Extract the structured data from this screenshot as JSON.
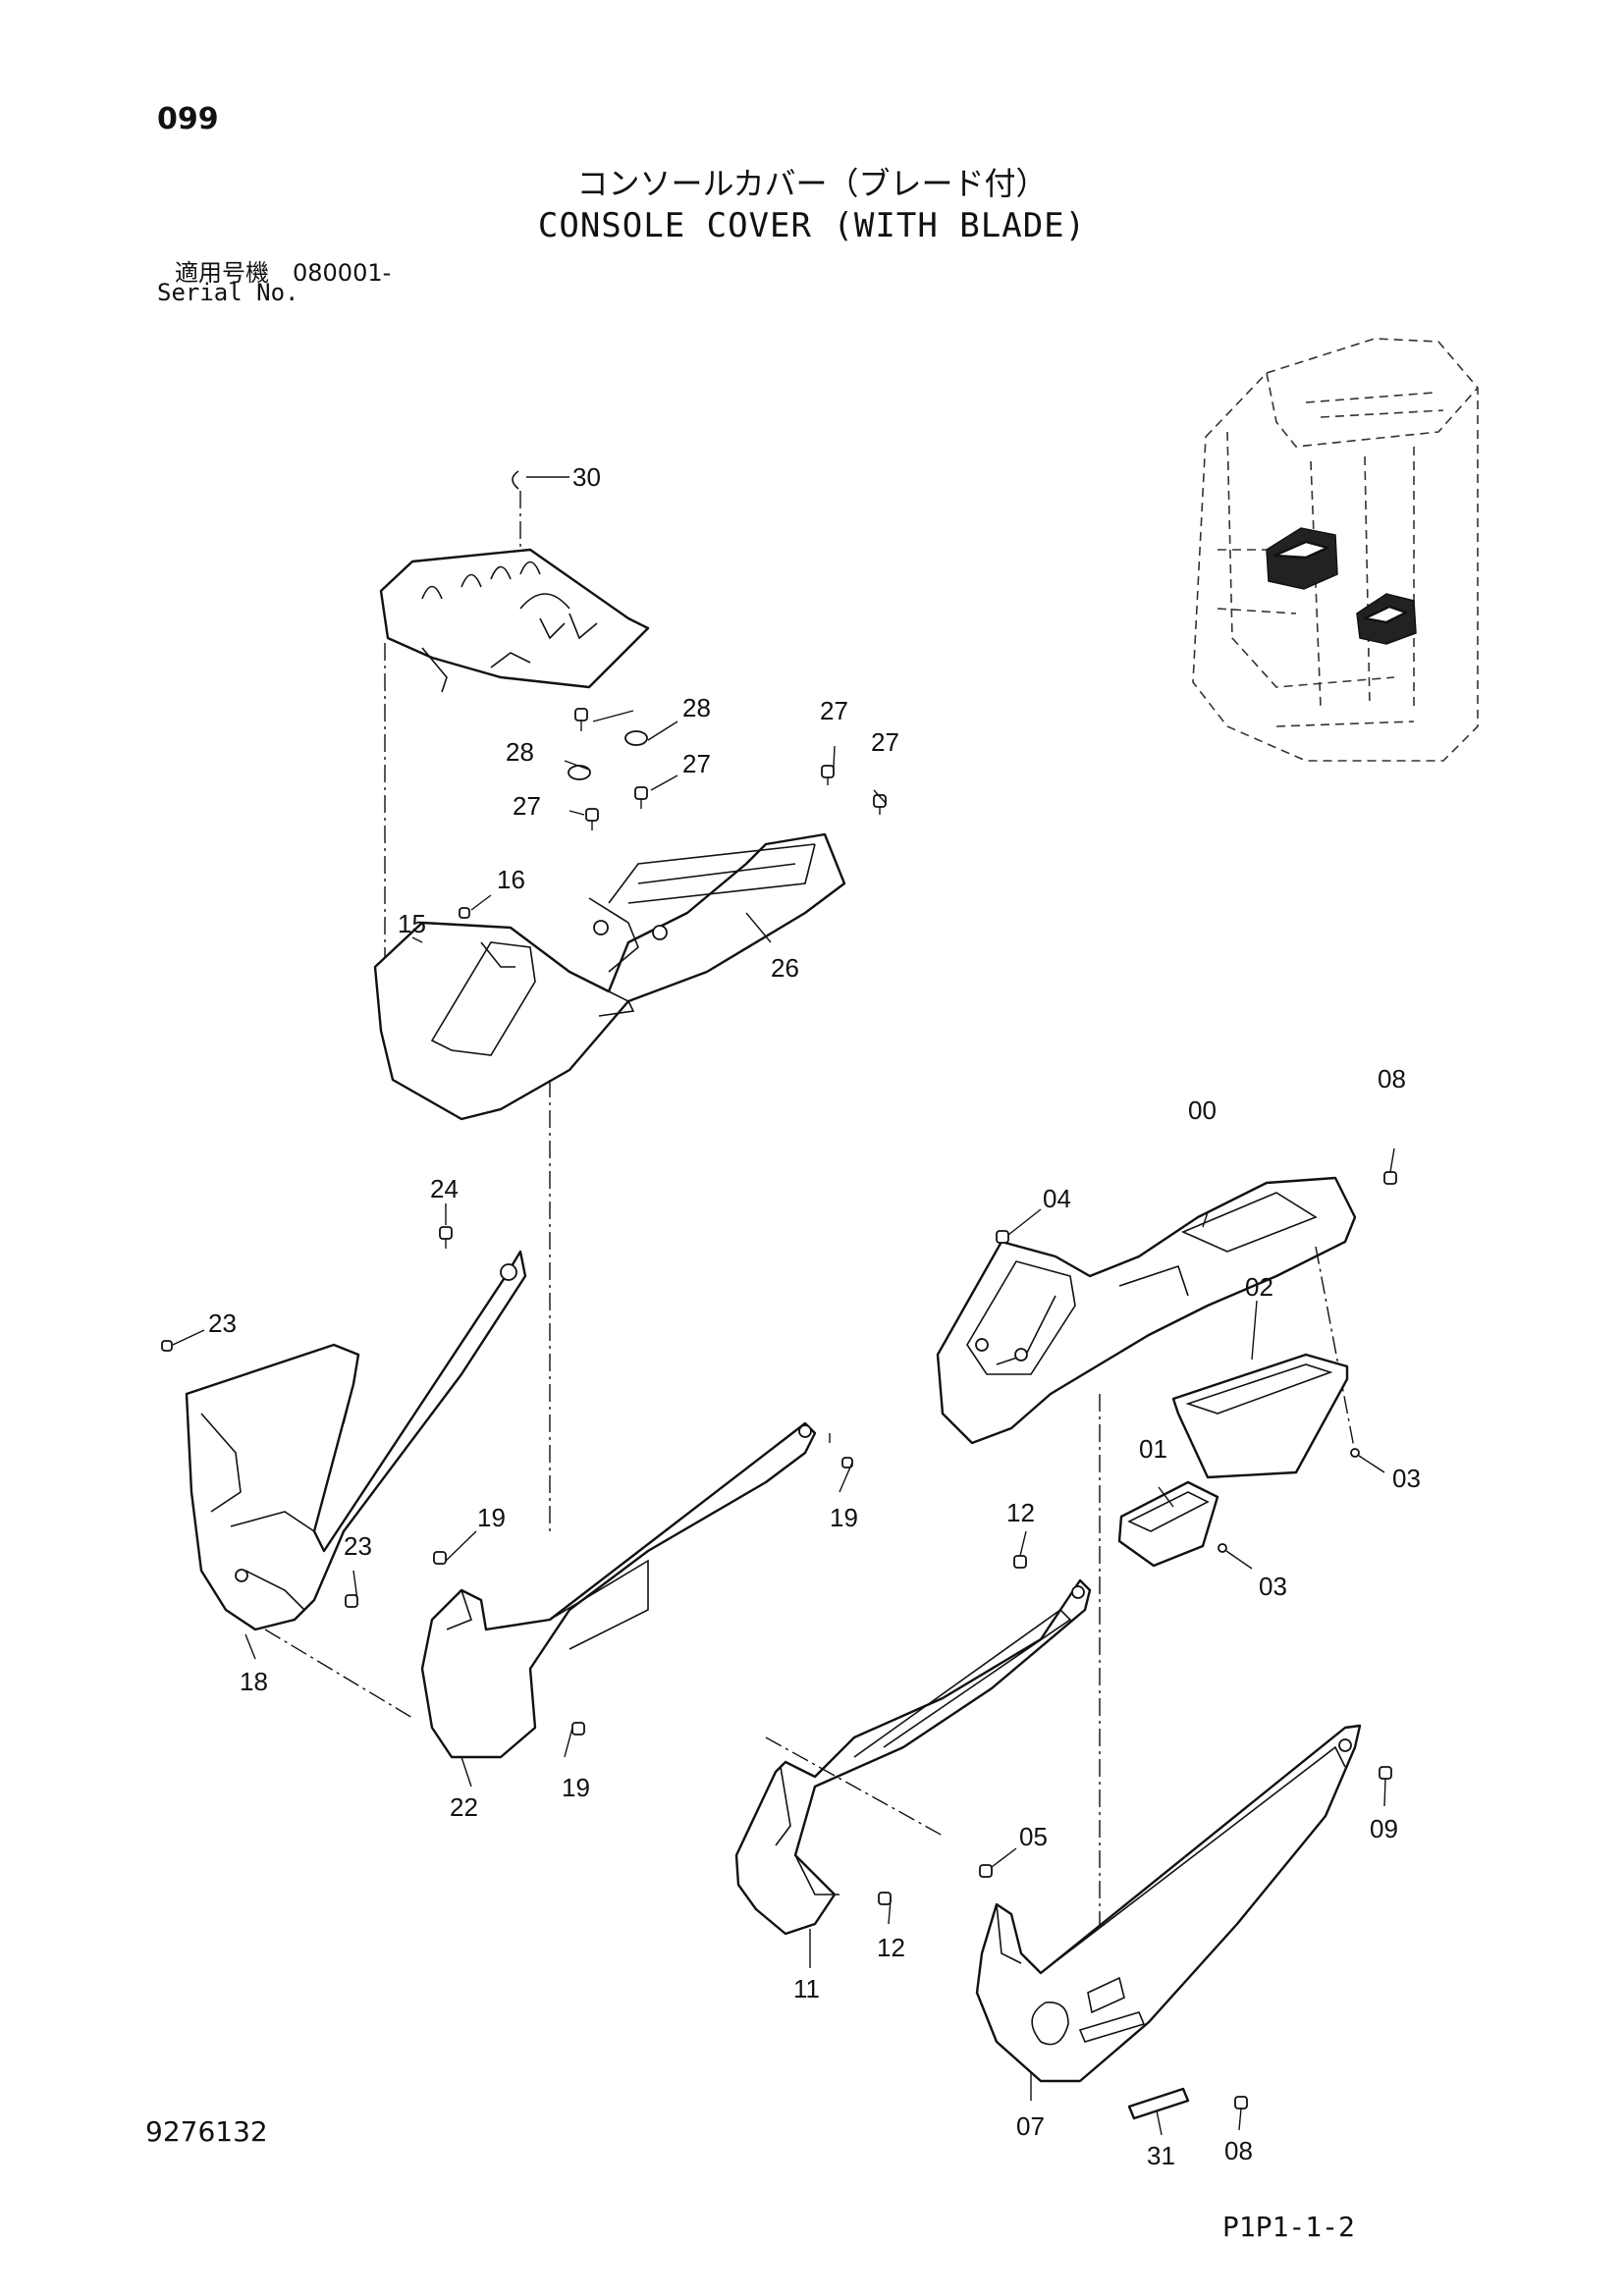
{
  "header": {
    "page_number": "099",
    "title_jp": "コンソールカバー（ブレード付）",
    "title_en": "CONSOLE COVER (WITH BLADE)",
    "serial_label_jp": "適用号機　080001-",
    "serial_label_en": "Serial No."
  },
  "footer": {
    "doc_number": "9276132",
    "page_ref": "P1P1-1-2"
  },
  "callouts": {
    "c30": "30",
    "c28a": "28",
    "c28b": "28",
    "c27a": "27",
    "c27b": "27",
    "c27c": "27",
    "c27d": "27",
    "c16": "16",
    "c15": "15",
    "c26": "26",
    "c24": "24",
    "c23a": "23",
    "c23b": "23",
    "c18": "18",
    "c19a": "19",
    "c19b": "19",
    "c19c": "19",
    "c22": "22",
    "c08a": "08",
    "c00": "00",
    "c04": "04",
    "c02": "02",
    "c01": "01",
    "c03a": "03",
    "c03b": "03",
    "c12a": "12",
    "c12b": "12",
    "c09": "09",
    "c05": "05",
    "c11": "11",
    "c07": "07",
    "c08b": "08",
    "c31": "31"
  },
  "icons": [
    "excavator-cab-icon",
    "bolt-icon",
    "plug-icon",
    "clip-icon"
  ]
}
